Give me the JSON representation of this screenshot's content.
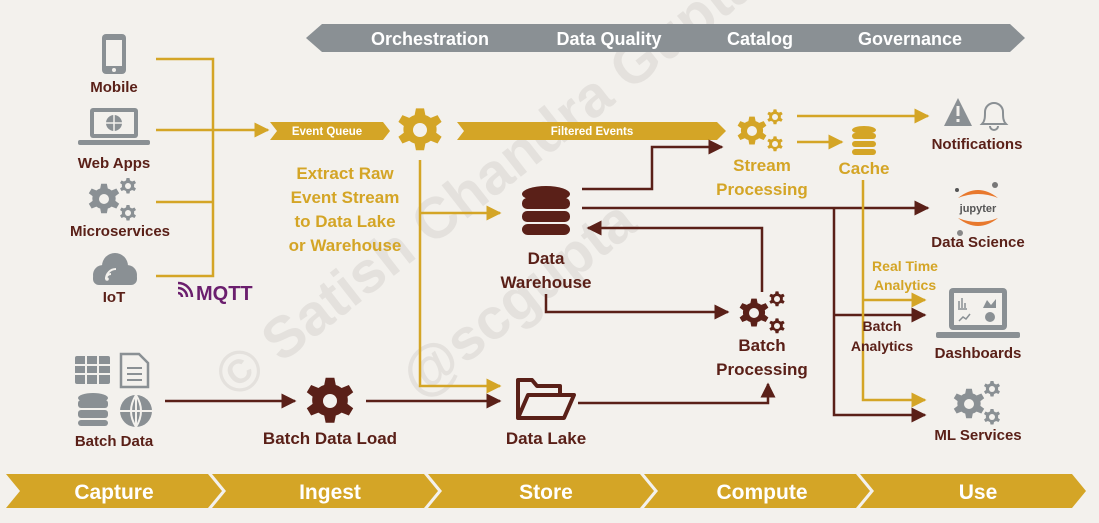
{
  "colors": {
    "gold": "#d4a526",
    "dark_red": "#5a2018",
    "gray": "#8a9094",
    "purple": "#6b1f6e",
    "jupyter_orange": "#e8792d",
    "background": "#f3f1ed"
  },
  "governance_bar": {
    "items": [
      "Orchestration",
      "Data Quality",
      "Catalog",
      "Governance"
    ]
  },
  "stages": [
    "Capture",
    "Ingest",
    "Store",
    "Compute",
    "Use"
  ],
  "sources": {
    "mobile": {
      "label": "Mobile",
      "icon": "smartphone-icon"
    },
    "web_apps": {
      "label": "Web Apps",
      "icon": "laptop-globe-icon"
    },
    "microservices": {
      "label": "Microservices",
      "icon": "gears-icon"
    },
    "iot": {
      "label": "IoT",
      "icon": "cloud-wifi-icon"
    },
    "mqtt": {
      "label": "MQTT"
    },
    "batch_data": {
      "label": "Batch Data",
      "icons": [
        "table-icon",
        "document-icon",
        "database-icon",
        "globe-icon"
      ]
    }
  },
  "ingest": {
    "event_queue": "Event Queue",
    "filtered_events": "Filtered Events",
    "extract_caption": [
      "Extract Raw",
      "Event Stream",
      "to Data Lake",
      "or Warehouse"
    ],
    "batch_data_load": "Batch Data Load"
  },
  "store": {
    "data_warehouse": [
      "Data",
      "Warehouse"
    ],
    "data_lake": "Data Lake"
  },
  "compute": {
    "stream_processing": [
      "Stream",
      "Processing"
    ],
    "cache": "Cache",
    "batch_processing": [
      "Batch",
      "Processing"
    ],
    "real_time_analytics": [
      "Real Time",
      "Analytics"
    ],
    "batch_analytics": [
      "Batch",
      "Analytics"
    ]
  },
  "use": {
    "notifications": "Notifications",
    "data_science": "Data Science",
    "jupyter": "jupyter",
    "dashboards": "Dashboards",
    "ml_services": "ML Services"
  },
  "watermark": [
    "© Satish Chandra Gupta",
    "@scgupta"
  ]
}
